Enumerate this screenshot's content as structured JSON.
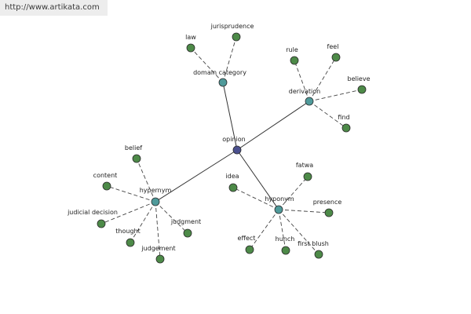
{
  "watermark": "http://www.artikata.com",
  "colors": {
    "center": "#4a4f8e",
    "category": "#4f9a9a",
    "leaf": "#4d8a48",
    "edge": "#333333",
    "dashed_edge": "#444444"
  },
  "graph": {
    "center": {
      "id": "opinion",
      "label": "opinion"
    },
    "categories": [
      {
        "id": "domain-category",
        "label": "domain category",
        "leaves": [
          "law",
          "jurisprudence"
        ]
      },
      {
        "id": "derivation",
        "label": "derivation",
        "leaves": [
          "rule",
          "feel",
          "believe",
          "find"
        ]
      },
      {
        "id": "hypernym",
        "label": "hypernym",
        "leaves": [
          "belief",
          "content",
          "judicial decision",
          "thought",
          "judgement",
          "judgment"
        ]
      },
      {
        "id": "hyponym",
        "label": "hyponym",
        "leaves": [
          "idea",
          "fatwa",
          "presence",
          "effect",
          "hunch",
          "first blush"
        ]
      }
    ]
  }
}
